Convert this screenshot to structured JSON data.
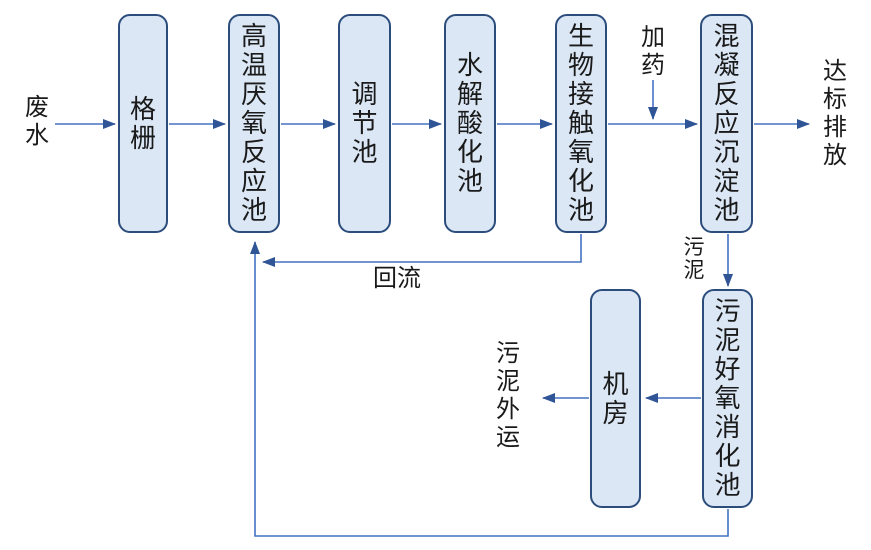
{
  "diagram": {
    "kind": "process-flow",
    "nodes": {
      "grille": "格栅",
      "anaerobic": "高温厌氧反应池",
      "regulating": "调节池",
      "hydrolysis": "水解酸化池",
      "bio_contact": "生物接触氧化池",
      "coagulation": "混凝反应沉淀池",
      "machine_room": "机房",
      "sludge_digestion": "污泥好氧消化池"
    },
    "labels": {
      "influent": "废水",
      "dosing": "加药",
      "discharge": "达标排放",
      "sludge": "污泥",
      "reflux": "回流",
      "sludge_out": "污泥外运"
    },
    "edges": [
      {
        "from": "废水",
        "to": "格栅"
      },
      {
        "from": "格栅",
        "to": "高温厌氧反应池"
      },
      {
        "from": "高温厌氧反应池",
        "to": "调节池"
      },
      {
        "from": "调节池",
        "to": "水解酸化池"
      },
      {
        "from": "水解酸化池",
        "to": "生物接触氧化池"
      },
      {
        "from": "生物接触氧化池",
        "to": "混凝反应沉淀池"
      },
      {
        "from": "加药",
        "to": "生物接触氧化池→混凝反应沉淀池管线"
      },
      {
        "from": "混凝反应沉淀池",
        "to": "达标排放"
      },
      {
        "from": "混凝反应沉淀池",
        "to": "污泥好氧消化池",
        "label": "污泥"
      },
      {
        "from": "污泥好氧消化池",
        "to": "机房"
      },
      {
        "from": "机房",
        "to": "污泥外运"
      },
      {
        "from": "生物接触氧化池",
        "to": "高温厌氧反应池",
        "label": "回流"
      },
      {
        "from": "污泥好氧消化池",
        "to": "高温厌氧反应池"
      }
    ],
    "colors": {
      "node_fill": "#dbe7f5",
      "node_border": "#2c4d7c",
      "line": "#4472c4",
      "arrowhead": "#2f5597",
      "text": "#1a1a1a"
    }
  }
}
